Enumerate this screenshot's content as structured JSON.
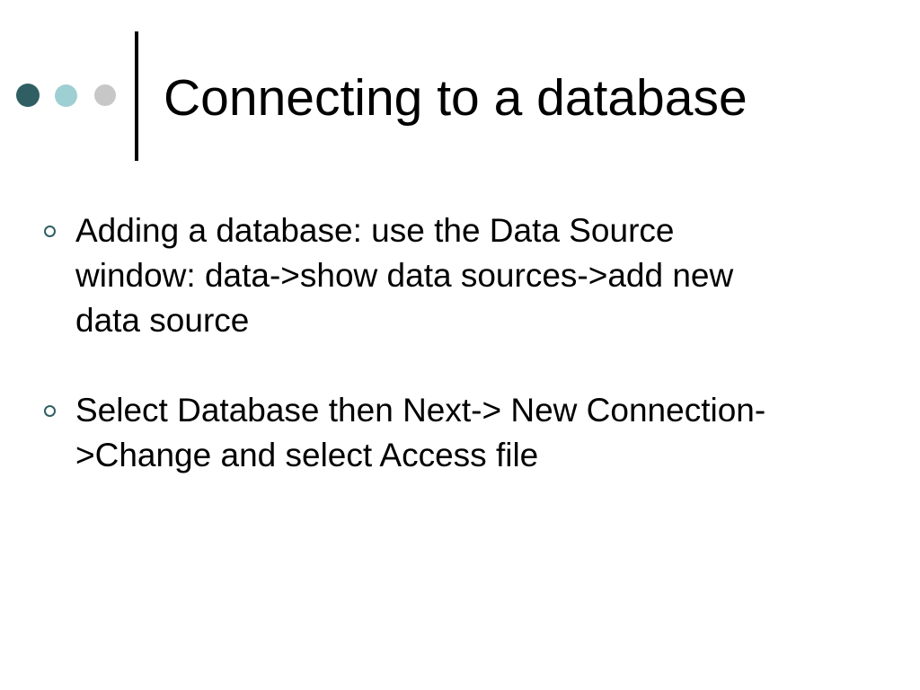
{
  "slide": {
    "title": "Connecting to a database",
    "decoration": {
      "dots": [
        "#2f5f63",
        "#9ecfd2",
        "#c7c7c7"
      ],
      "divider_color": "#000000",
      "bullet_color": "#2f5f63"
    },
    "bullets": [
      {
        "lines": [
          "Adding a database: use the Data Source",
          "window: data->show data sources->add new",
          "data source"
        ]
      },
      {
        "lines": [
          "Select Database then Next-> New Connection-",
          ">Change and select Access file"
        ]
      }
    ]
  }
}
